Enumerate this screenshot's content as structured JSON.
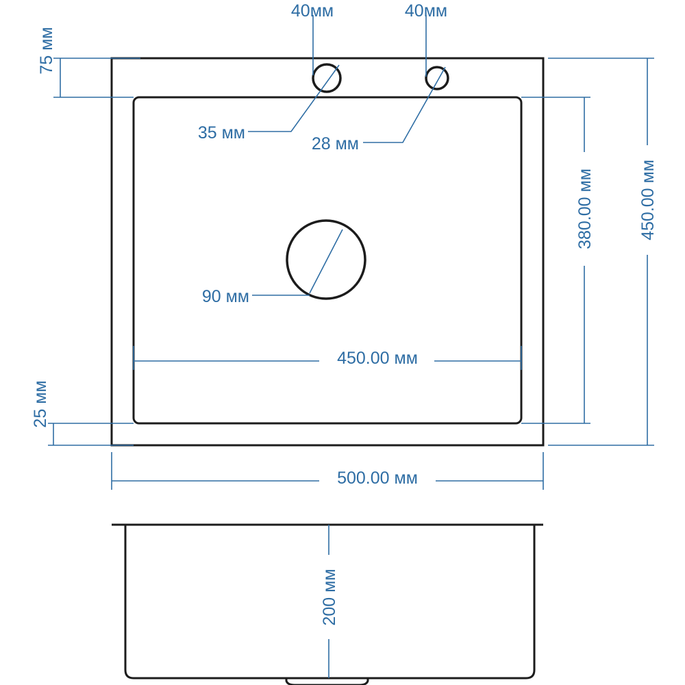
{
  "colors": {
    "dimension": "#2e6da4",
    "outline": "#1c1c1c",
    "background": "#ffffff"
  },
  "labels": {
    "hole_left_spacing": "40мм",
    "hole_right_spacing": "40мм",
    "top_margin": "75 мм",
    "hole_left_diameter": "35 мм",
    "hole_right_diameter": "28 мм",
    "bowl_depth_inner": "380.00 мм",
    "total_depth": "450.00 мм",
    "drain_diameter": "90 мм",
    "bowl_width": "450.00 мм",
    "bottom_margin": "25 мм",
    "total_width": "500.00 мм",
    "bowl_height": "200 мм"
  }
}
